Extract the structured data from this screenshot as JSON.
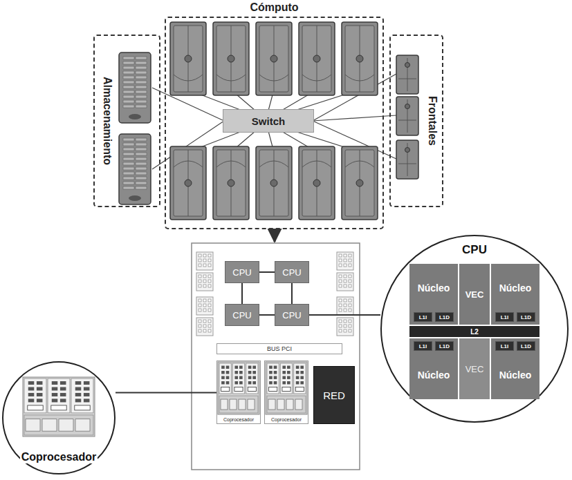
{
  "diagram": {
    "nodes": [
      {
        "text": [
          "Cómputo"
        ]
      },
      {
        "text": [
          "Almacenamiento"
        ]
      },
      {
        "text": [
          "Frontales"
        ]
      },
      {
        "text": [
          "Switch"
        ],
        "in": 0
      },
      {
        "text": [
          "CPU"
        ]
      },
      {
        "text": [
          "CPU"
        ]
      },
      {
        "text": [
          "CPU"
        ]
      },
      {
        "text": [
          "CPU"
        ]
      },
      {
        "text": [
          "BUS PCI"
        ]
      },
      {
        "text": [
          "Coprocesador"
        ]
      },
      {
        "text": [
          "Coprocesador"
        ]
      },
      {
        "text": [
          "RED"
        ]
      },
      {
        "text": [
          "CPU"
        ]
      },
      {
        "text": [
          "Núcleo"
        ],
        "in": 12
      },
      {
        "text": [
          "L1I"
        ],
        "in": 13
      },
      {
        "text": [
          "L1D"
        ],
        "in": 13
      },
      {
        "text": [
          "VEC"
        ],
        "in": 12
      },
      {
        "text": [
          "Núcleo"
        ],
        "in": 12
      },
      {
        "text": [
          "L1I"
        ],
        "in": 17
      },
      {
        "text": [
          "L1D"
        ],
        "in": 17
      },
      {
        "text": [
          "L2"
        ],
        "in": 12
      },
      {
        "text": [
          "Núcleo"
        ],
        "in": 12
      },
      {
        "text": [
          "L1I"
        ],
        "in": 21
      },
      {
        "text": [
          "L1D"
        ],
        "in": 21
      },
      {
        "text": [
          "VEC"
        ],
        "in": 12
      },
      {
        "text": [
          "Núcleo"
        ],
        "in": 12
      },
      {
        "text": [
          "L1I"
        ],
        "in": 25
      },
      {
        "text": [
          "L1D"
        ],
        "in": 25
      },
      {
        "text": [
          "Coprocesador"
        ]
      }
    ],
    "edges": [
      {
        "from": 4,
        "to": 5,
        "arrow": "none"
      },
      {
        "from": 4,
        "to": 6,
        "arrow": "none"
      },
      {
        "from": 5,
        "to": 7,
        "arrow": "none"
      },
      {
        "from": 6,
        "to": 7,
        "arrow": "none"
      },
      {
        "from": 7,
        "to": 12,
        "arrow": "none"
      },
      {
        "from": 9,
        "to": 28,
        "arrow": "none"
      }
    ]
  }
}
